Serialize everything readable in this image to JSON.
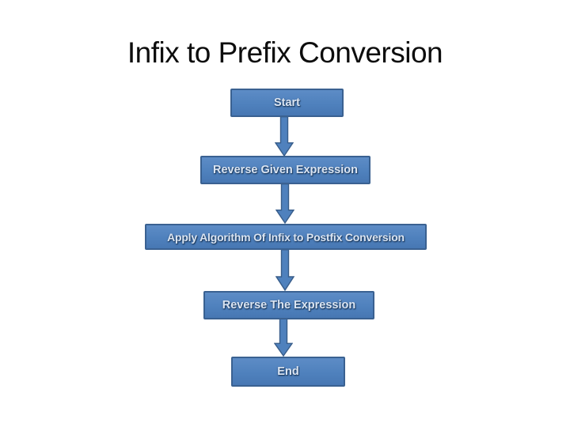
{
  "slide": {
    "title": "Infix to Prefix Conversion"
  },
  "flowchart": {
    "type": "vertical-flow",
    "steps": [
      {
        "label": "Start"
      },
      {
        "label": "Reverse Given Expression"
      },
      {
        "label": "Apply Algorithm Of Infix to Postfix Conversion"
      },
      {
        "label": "Reverse The Expression"
      },
      {
        "label": "End"
      }
    ],
    "connector": "down-arrow"
  },
  "theme": {
    "box_fill": "#4f81bd",
    "box_fill_light": "#5d8cc6",
    "box_fill_dark": "#4777b3",
    "box_border": "#3a6191",
    "box_text": "#dbe5f2",
    "arrow_fill": "#4f81bd",
    "arrow_border": "#385d8a",
    "title_color": "#0d0d0d",
    "background": "#ffffff"
  }
}
